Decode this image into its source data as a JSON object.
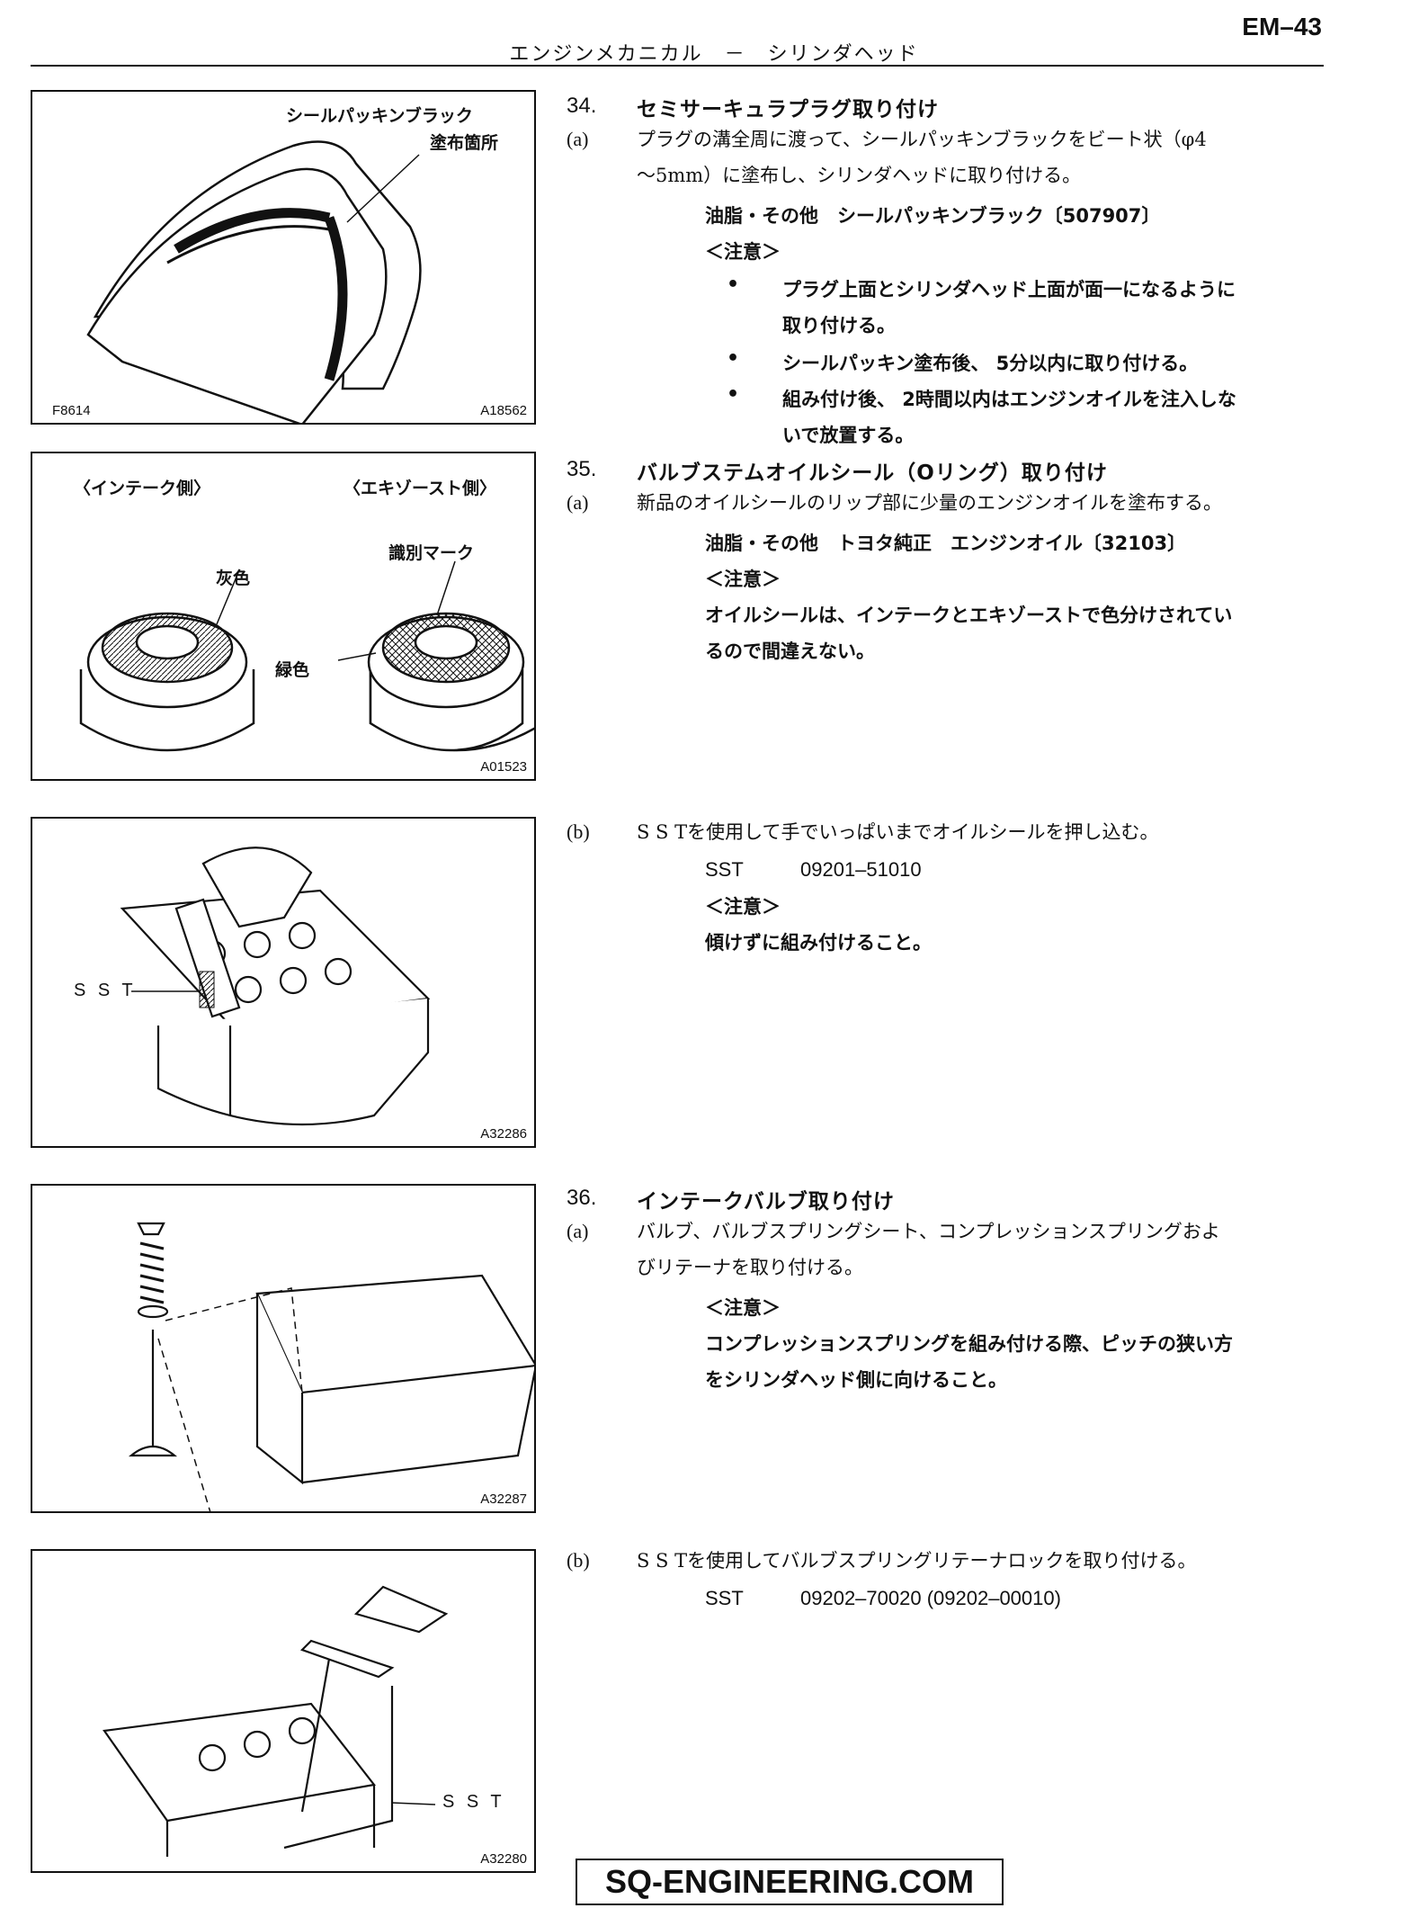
{
  "page_number": "EM–43",
  "header": "エンジンメカニカル　－　シリンダヘッド",
  "figures": [
    {
      "code_left": "F8614",
      "code": "A18562",
      "labels": {
        "seal": "シールパッキンブラック",
        "area": "塗布箇所"
      }
    },
    {
      "code": "A01523",
      "labels": {
        "intake": "〈インテーク側〉",
        "exhaust": "〈エキゾースト側〉",
        "mark": "識別マーク",
        "gray": "灰色",
        "green": "緑色"
      }
    },
    {
      "code": "A32286",
      "labels": {
        "sst": "S S T"
      }
    },
    {
      "code": "A32287"
    },
    {
      "code": "A32280",
      "labels": {
        "sst": "S S T"
      }
    }
  ],
  "step34": {
    "number": "34.",
    "title": "セミサーキュラプラグ取り付け",
    "a_label": "(a)",
    "a_line1": "プラグの溝全周に渡って、シールパッキンブラックをビート状（φ4",
    "a_line2": "～5mm）に塗布し、シリンダヘッドに取り付ける。",
    "material": "油脂・その他　シールパッキンブラック〔507907〕",
    "caution": "＜注意＞",
    "bullet1_line1": "プラグ上面とシリンダヘッド上面が面一になるように",
    "bullet1_line2": "取り付ける。",
    "bullet2": "シールパッキン塗布後、 5分以内に取り付ける。",
    "bullet3_line1": "組み付け後、 2時間以内はエンジンオイルを注入しな",
    "bullet3_line2": "いで放置する。"
  },
  "step35": {
    "number": "35.",
    "title": "バルブステムオイルシール（Oリング）取り付け",
    "a_label": "(a)",
    "a_line1": "新品のオイルシールのリップ部に少量のエンジンオイルを塗布する。",
    "material": "油脂・その他　トヨタ純正　エンジンオイル〔32103〕",
    "caution": "＜注意＞",
    "note_line1": "オイルシールは、インテークとエキゾーストで色分けされてい",
    "note_line2": "るので間違えない。",
    "b_label": "(b)",
    "b_line1": "S S Tを使用して手でいっぱいまでオイルシールを押し込む。",
    "sst_label": "SST",
    "sst_code": "09201–51010",
    "b_caution": "＜注意＞",
    "b_note": "傾けずに組み付けること。"
  },
  "step36": {
    "number": "36.",
    "title": "インテークバルブ取り付け",
    "a_label": "(a)",
    "a_line1": "バルブ、バルブスプリングシート、コンプレッションスプリングおよ",
    "a_line2": "びリテーナを取り付ける。",
    "caution": "＜注意＞",
    "note_line1": "コンプレッションスプリングを組み付ける際、ピッチの狭い方",
    "note_line2": "をシリンダヘッド側に向けること。",
    "b_label": "(b)",
    "b_line1": "S S Tを使用してバルブスプリングリテーナロックを取り付ける。",
    "sst_label": "SST",
    "sst_code": "09202–70020 (09202–00010)"
  },
  "watermark": "SQ-ENGINEERING.COM"
}
